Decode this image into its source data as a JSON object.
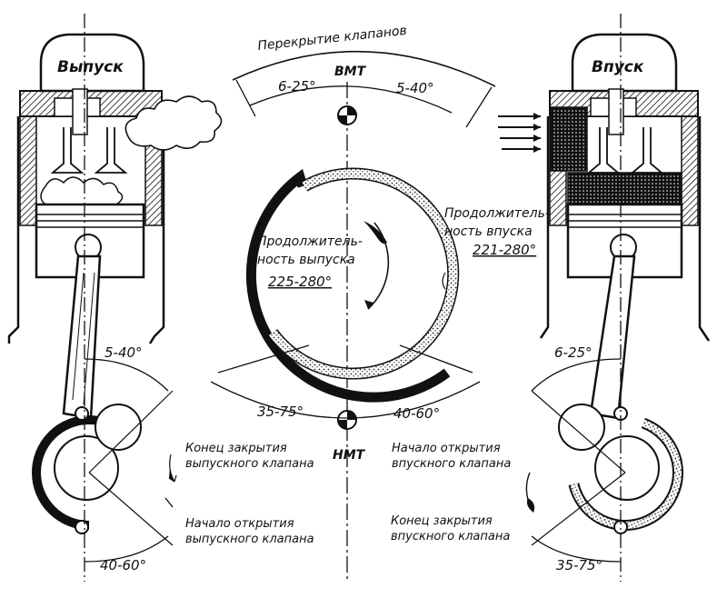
{
  "diagram": {
    "left_cylinder_label": "Выпуск",
    "right_cylinder_label": "Впуск",
    "overlap_label": "Перекрытие клапанов",
    "tdc_label": "ВМТ",
    "bdc_label": "НМТ",
    "top_left_angle": "6-25°",
    "top_right_angle": "5-40°",
    "bottom_left_angle": "35-75°",
    "bottom_right_angle": "40-60°",
    "exhaust_duration_line1": "Продолжитель-",
    "exhaust_duration_line2": "ность выпуска",
    "exhaust_duration_value": "225-280°",
    "intake_duration_line1": "Продолжитель-",
    "intake_duration_line2": "ность впуска",
    "intake_duration_value": "221-280°",
    "left_crank_top_angle": "5-40°",
    "left_crank_bottom_angle": "40-60°",
    "right_crank_top_angle": "6-25°",
    "right_crank_bottom_angle": "35-75°",
    "exhaust_close_line1": "Конец закрытия",
    "exhaust_close_line2": "выпускного клапана",
    "exhaust_open_line1": "Начало открытия",
    "exhaust_open_line2": "выпускного клапана",
    "intake_open_line1": "Начало открытия",
    "intake_open_line2": "впускного клапана",
    "intake_close_line1": "Конец закрытия",
    "intake_close_line2": "впускного клапана"
  }
}
